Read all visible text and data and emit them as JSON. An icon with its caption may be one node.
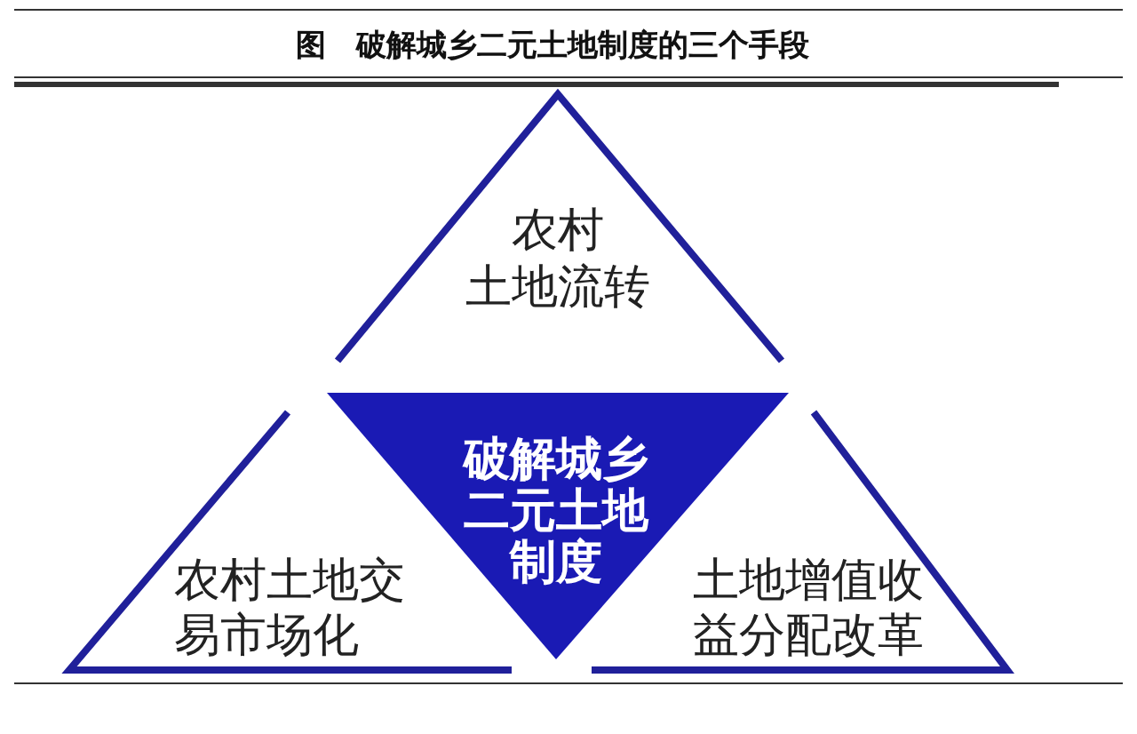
{
  "diagram": {
    "title": "图　破解城乡二元土地制度的三个手段",
    "nodes": [
      {
        "text": [
          "农村土地流转"
        ]
      },
      {
        "text": [
          "破解城乡二元土地制度"
        ]
      },
      {
        "text": [
          "农村土地交易市场化"
        ]
      },
      {
        "text": [
          "土地增值收益分配改革"
        ]
      }
    ]
  }
}
